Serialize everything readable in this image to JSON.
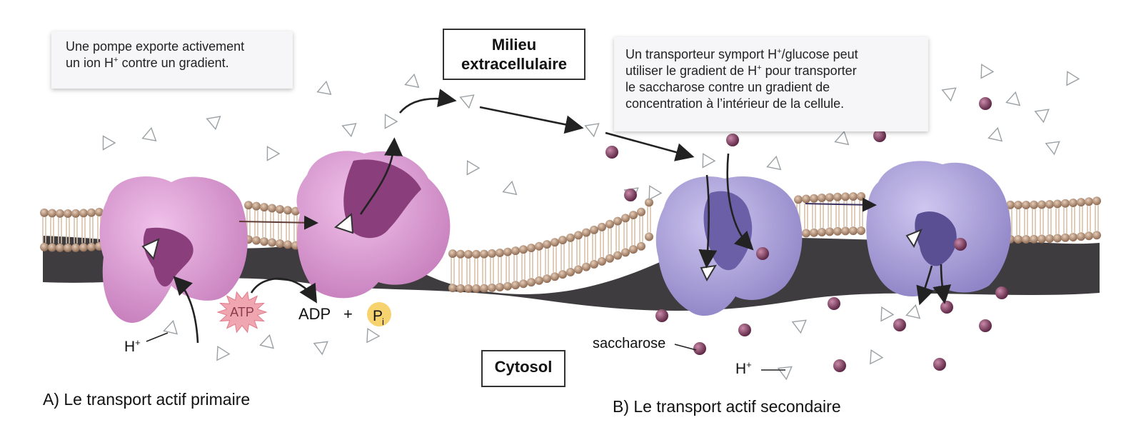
{
  "callouts": {
    "pump": {
      "line1": "Une pompe exporte activement",
      "line2_pre": "un ion H",
      "line2_sup": "+",
      "line2_post": " contre un gradient."
    },
    "symport": {
      "line1_pre": "Un transporteur symport H",
      "line1_sup": "+",
      "line1_post": "/glucose peut",
      "line2_pre": "utiliser le gradient de H",
      "line2_sup": "+",
      "line2_post": " pour transporter",
      "line3": "le saccharose contre un gradient de",
      "line4": "concentration à l’intérieur de la cellule."
    }
  },
  "compartments": {
    "milieu_line1": "Milieu",
    "milieu_line2": "extracellulaire",
    "cytosol": "Cytosol"
  },
  "labels": {
    "h_ion_left": "H",
    "h_ion_sup": "+",
    "atp": "ATP",
    "adp": "ADP",
    "plus": "+",
    "pi_main": "P",
    "pi_sub": "i",
    "saccharose": "saccharose",
    "h_ion_right": "H"
  },
  "captions": {
    "primary": "A) Le transport actif primaire",
    "secondary": "B) Le transport actif secondaire"
  },
  "colors": {
    "pump_protein": "#d99ad0",
    "pump_dark": "#8a3f7c",
    "symporter_protein": "#a59ad6",
    "symporter_dark": "#5b4f93",
    "membrane": "#b08a6f",
    "sucrose": "#7a3a5c",
    "atp_burst": "#f0a6b0",
    "pi_circle": "#f6d36e"
  }
}
